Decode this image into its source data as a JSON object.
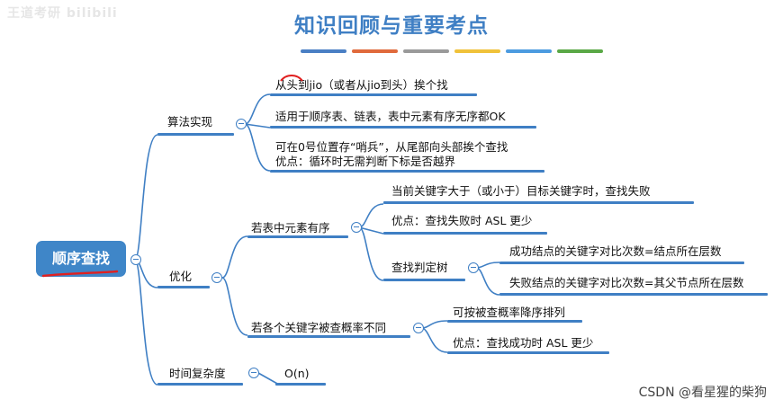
{
  "title": "知识回顾与重要考点",
  "title_bar_colors": [
    "#4a7fc4",
    "#e06a3c",
    "#9a9a9a",
    "#f0c23a",
    "#4c9be0",
    "#5aa846"
  ],
  "watermark_top_left": "王道考研 bilibili",
  "watermark_bottom_right": "CSDN @看星猩的柴狗",
  "root": {
    "label": "顺序查找"
  },
  "branches": {
    "algorithm": {
      "label": "算法实现",
      "items": [
        "从头到jio（或者从jio到头）挨个找",
        "适用于顺序表、链表，表中元素有序无序都OK",
        "可在0号位置存“哨兵”，从尾部向头部挨个查找",
        "优点：循环时无需判断下标是否越界"
      ]
    },
    "optimize": {
      "label": "优化",
      "ordered": {
        "label": "若表中元素有序",
        "items": [
          "当前关键字大于（或小于）目标关键字时，查找失败",
          "优点：查找失败时 ASL 更少"
        ],
        "tree": {
          "label": "查找判定树",
          "items": [
            "成功结点的关键字对比次数=结点所在层数",
            "失败结点的关键字对比次数=其父节点所在层数"
          ]
        }
      },
      "probability": {
        "label": "若各个关键字被查概率不同",
        "items": [
          "可按被查概率降序排列",
          "优点：查找成功时 ASL 更少"
        ]
      }
    },
    "complexity": {
      "label": "时间复杂度",
      "value": "O(n)"
    }
  }
}
